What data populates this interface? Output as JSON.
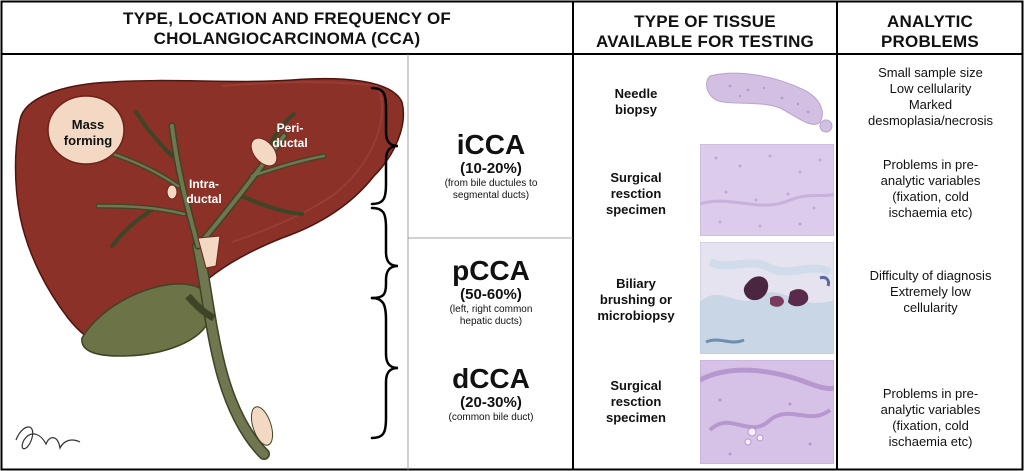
{
  "headers": {
    "col1": [
      "TYPE, LOCATION AND FREQUENCY OF",
      "CHOLANGIOCARCINOMA (CCA)"
    ],
    "col2": [
      "TYPE OF TISSUE",
      "AVAILABLE FOR TESTING"
    ],
    "col3": [
      "ANALYTIC",
      "PROBLEMS"
    ]
  },
  "liver_labels": {
    "mass": [
      "Mass",
      "forming"
    ],
    "intra": [
      "Intra-",
      "ductal"
    ],
    "peri": [
      "Peri-",
      "ductal"
    ]
  },
  "types": [
    {
      "name": "iCCA",
      "freq": "(10-20%)",
      "loc": [
        "(from bile ductules to",
        "segmental ducts)"
      ]
    },
    {
      "name": "pCCA",
      "freq": "(50-60%)",
      "loc": [
        "(left, right common",
        "hepatic ducts)"
      ]
    },
    {
      "name": "dCCA",
      "freq": "(20-30%)",
      "loc": [
        "(common bile duct)"
      ]
    }
  ],
  "tissues": [
    {
      "label": [
        "Needle",
        "biopsy"
      ]
    },
    {
      "label": [
        "Surgical",
        "resction",
        "specimen"
      ]
    },
    {
      "label": [
        "Biliary",
        "brushing or",
        "microbiopsy"
      ]
    },
    {
      "label": [
        "Surgical",
        "resction",
        "specimen"
      ]
    }
  ],
  "problems": [
    [
      "Small sample size",
      "Low cellularity",
      "Marked",
      "desmoplasia/necrosis"
    ],
    [
      "Problems in pre-",
      "analytic variables",
      "(fixation, cold",
      "ischaemia etc)"
    ],
    [
      "Difficulty of diagnosis",
      "Extremely low",
      "cellularity"
    ],
    [
      "Problems in pre-",
      "analytic variables",
      "(fixation, cold",
      "ischaemia etc)"
    ]
  ],
  "colors": {
    "liver": "#8b3128",
    "liver_dark": "#6e2219",
    "gallbladder": "#6b7347",
    "duct": "#6f7650",
    "tumor": "#f3d9c4",
    "histology": "#d9c9e6"
  }
}
